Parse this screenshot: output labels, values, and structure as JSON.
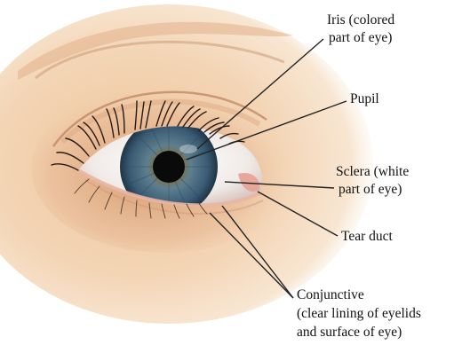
{
  "labels": {
    "iris_line1": "Iris (colored",
    "iris_line2": "part of eye)",
    "pupil": "Pupil",
    "sclera_line1": "Sclera (white",
    "sclera_line2": "part of eye)",
    "tear_duct": "Tear duct",
    "conjunctive_line1": "Conjunctive",
    "conjunctive_line2": "(clear lining of eyelids",
    "conjunctive_line3": "and surface of eye)"
  },
  "colors": {
    "skin": "#f1cfac",
    "skin_shadow": "#d99e70",
    "iris": "#3f5f78",
    "pupil": "#0a0a0a",
    "sclera": "#f4f1ee",
    "leader_line": "#222222"
  }
}
